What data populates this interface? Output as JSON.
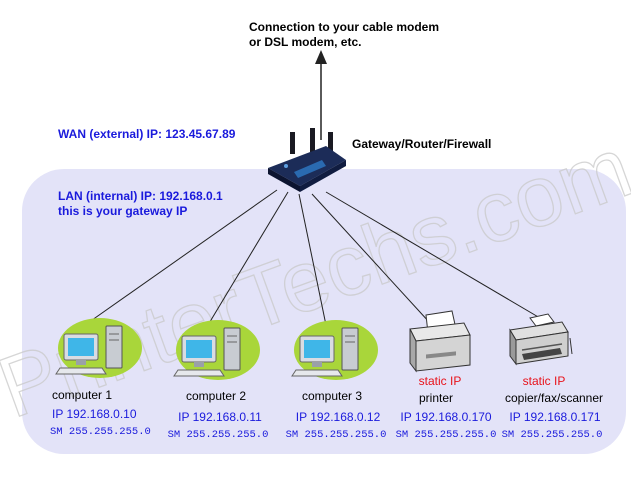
{
  "upstream": {
    "line1": "Connection to your cable modem",
    "line2": "or DSL modem, etc."
  },
  "wan_label": "WAN (external) IP: 123.45.67.89",
  "router_label": "Gateway/Router/Firewall",
  "lan_label": {
    "line1": "LAN (internal) IP: 192.168.0.1",
    "line2": "this is your gateway IP"
  },
  "watermark": "PrinterTechs.com",
  "devices": [
    {
      "kind": "computer",
      "name": "computer 1",
      "ip": "IP 192.168.0.10",
      "sm": "SM 255.255.255.0"
    },
    {
      "kind": "computer",
      "name": "computer 2",
      "ip": "IP 192.168.0.11",
      "sm": "SM 255.255.255.0"
    },
    {
      "kind": "computer",
      "name": "computer 3",
      "ip": "IP 192.168.0.12",
      "sm": "SM 255.255.255.0"
    },
    {
      "kind": "printer",
      "tag": "static IP",
      "name": "printer",
      "ip": "IP 192.168.0.170",
      "sm": "SM 255.255.255.0"
    },
    {
      "kind": "copier",
      "tag": "static IP",
      "name": "copier/fax/scanner",
      "ip": "IP 192.168.0.171",
      "sm": "SM 255.255.255.0"
    }
  ],
  "colors": {
    "lan_zone": "#e3e3f8",
    "label_blue": "#1a1adc",
    "static_red": "#e8121a",
    "computer_blob": "#a9d63a",
    "monitor": "#3fb6e8"
  }
}
